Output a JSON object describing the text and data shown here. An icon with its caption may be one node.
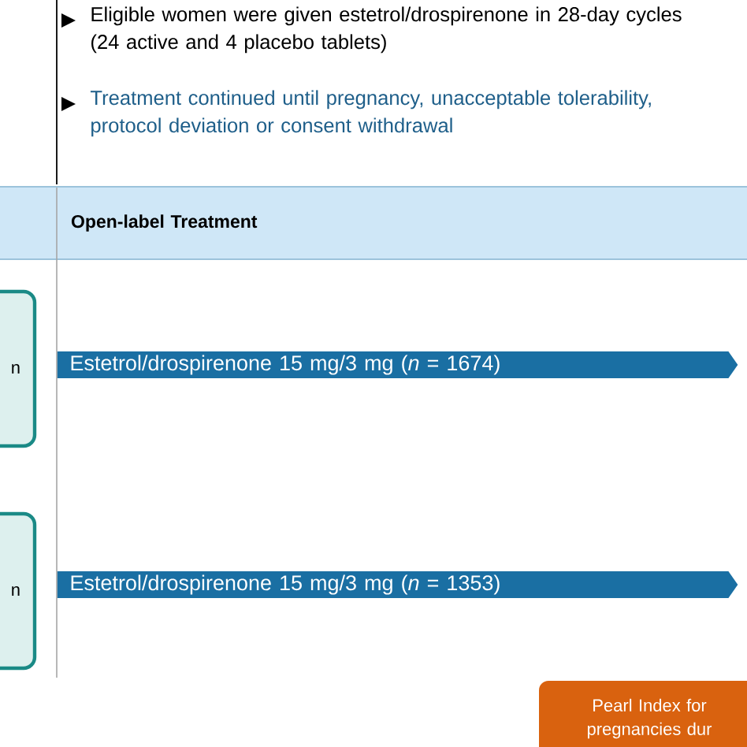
{
  "diagram": {
    "nodes": [
      {
        "text": [
          "Open-label Treatment"
        ]
      },
      {
        "text": [
          "n"
        ]
      },
      {
        "text": [
          "Estetrol/drospirenone 15 mg/3 mg (*n* = 1674)"
        ]
      },
      {
        "text": [
          "n"
        ]
      },
      {
        "text": [
          "Estetrol/drospirenone 15 mg/3 mg (*n* = 1353)"
        ]
      },
      {
        "text": [
          "Pearl Index for pregnancies dur"
        ]
      }
    ],
    "labels": [
      "Eligible women were given estetrol/drospirenone in 28-day cycles (24 active and 4 placebo tablets)",
      "Treatment continued until pregnancy, unacceptable tolerability, protocol deviation or consent withdrawal"
    ]
  }
}
